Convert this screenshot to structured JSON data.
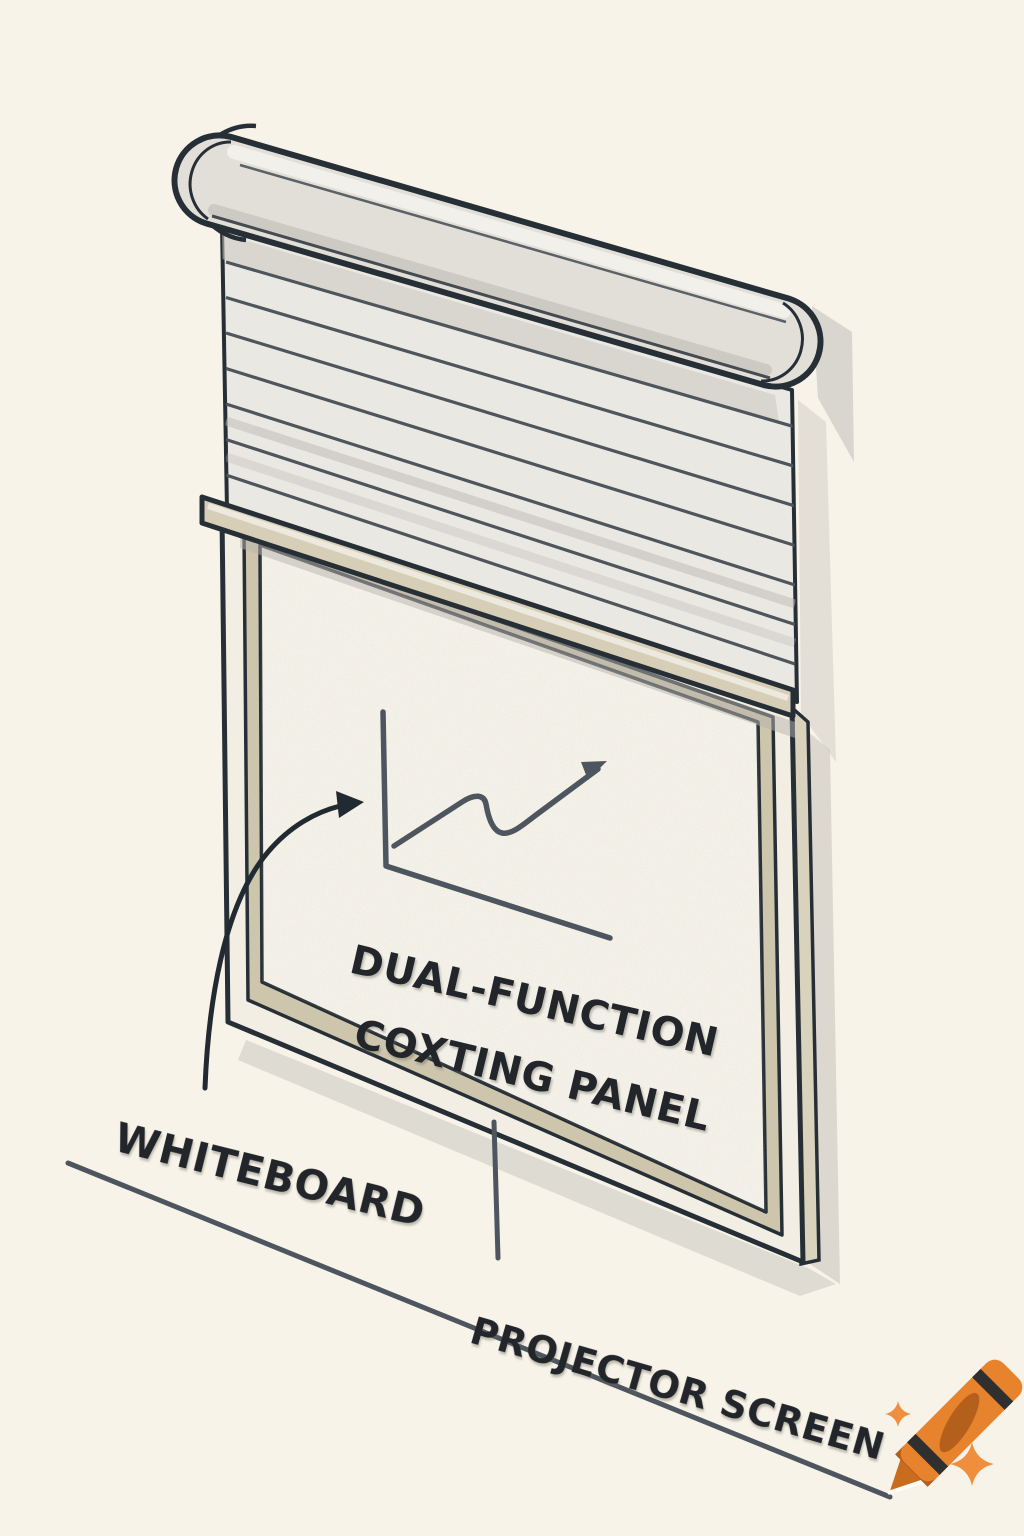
{
  "illustration": {
    "title_line1": "DUAL-FUNCTION",
    "title_line2": "COXTING PANEL",
    "label_left": "WHITEBOARD",
    "label_right": "PROJECTOR SCREEN"
  },
  "icons": {
    "crayon": "crayon-icon",
    "sparkle_small": "sparkle-icon",
    "sparkle_large": "sparkle-icon",
    "chart_sketch": "trend-chart-sketch",
    "curved_arrow": "curved-pointer-arrow"
  },
  "colors": {
    "background": "#f7f3e9",
    "outline_dark": "#272f36",
    "sketch_slate": "#4d565e",
    "frame_beige": "#cdc5ac",
    "frame_cream": "#f2eee3",
    "panel_surface": "#f7f4ec",
    "blind_fabric": "#eae8e2",
    "roller_gray": "#e2dfd8",
    "shadow_gray": "#c9c6c0",
    "crayon_orange": "#e8832d",
    "crayon_shade": "#b55f1d",
    "crayon_tip": "#c96c1e",
    "sparkle_orange": "#ef8f3e"
  }
}
